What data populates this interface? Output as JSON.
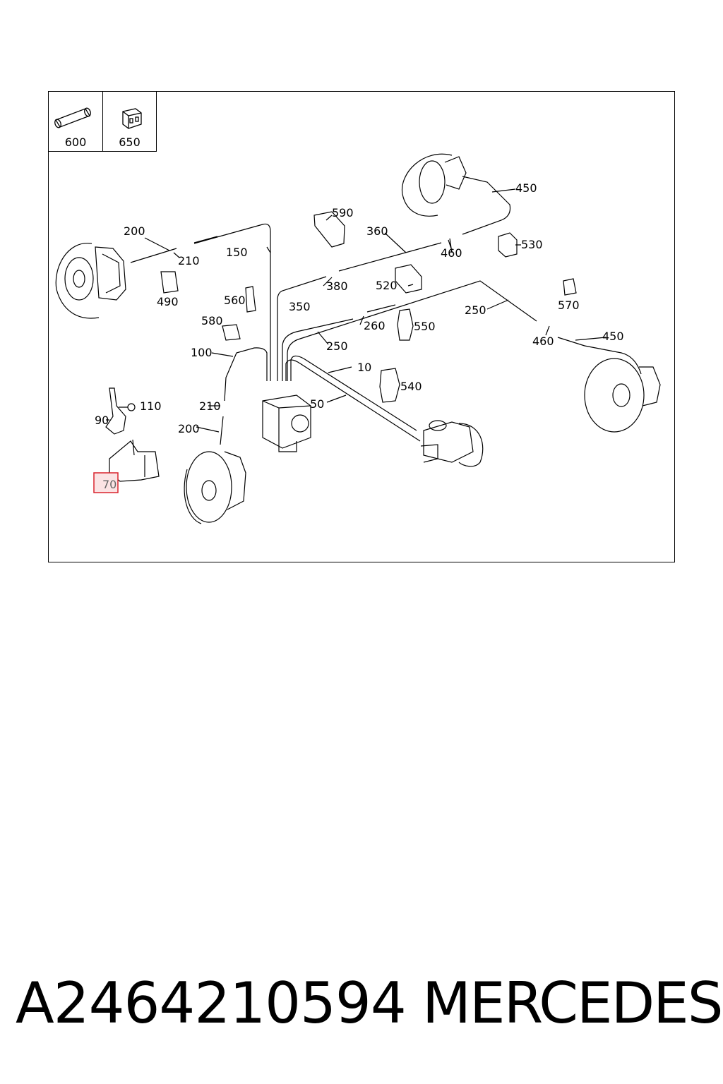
{
  "legend": [
    {
      "number": "600"
    },
    {
      "number": "650"
    }
  ],
  "callouts": {
    "c10": "10",
    "c50": "50",
    "c70": "70",
    "c90": "90",
    "c100": "100",
    "c110": "110",
    "c150": "150",
    "c200a": "200",
    "c200b": "200",
    "c210a": "210",
    "c210b": "210",
    "c250a": "250",
    "c250b": "250",
    "c260": "260",
    "c350": "350",
    "c360": "360",
    "c380": "380",
    "c450a": "450",
    "c450b": "450",
    "c460a": "460",
    "c460b": "460",
    "c490": "490",
    "c520": "520",
    "c530": "530",
    "c540": "540",
    "c550": "550",
    "c560": "560",
    "c570": "570",
    "c580": "580",
    "c590": "590"
  },
  "highlighted_callout": "70",
  "colors": {
    "highlight_border": "#d9232d",
    "highlight_fill": "#fbe3e4"
  },
  "footer": {
    "part_number": "A2464210594",
    "brand": "MERCEDES"
  }
}
